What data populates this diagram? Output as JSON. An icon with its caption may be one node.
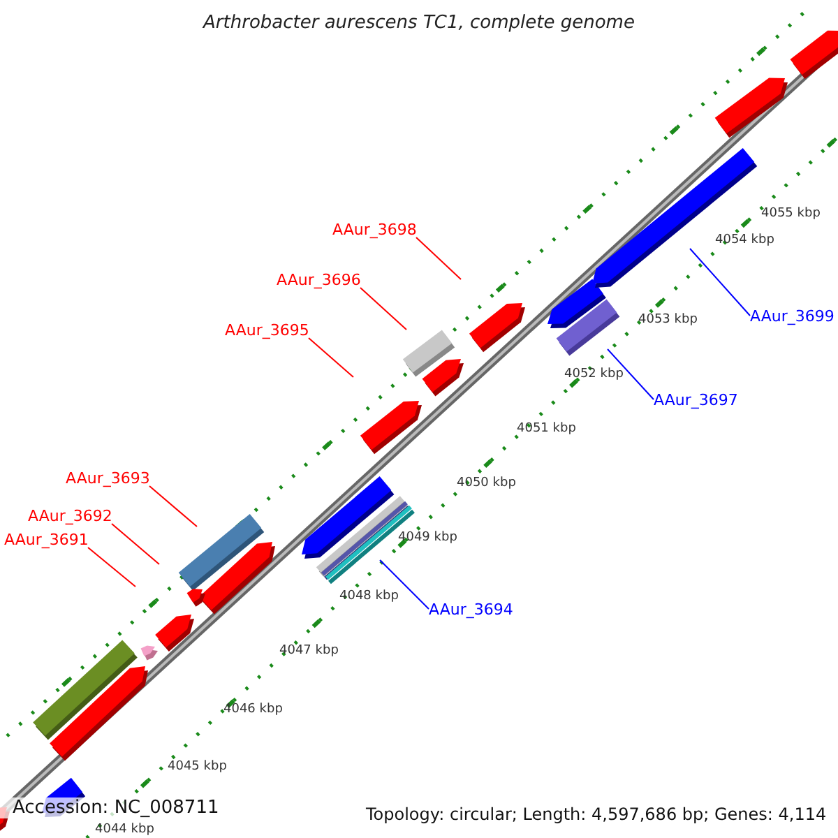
{
  "diagram": {
    "title": "Arthrobacter aurescens TC1, complete genome",
    "nodes": [
      {
        "text": [
          "AAur_3698"
        ]
      },
      {
        "text": [
          "AAur_3696"
        ]
      },
      {
        "text": [
          "AAur_3695"
        ]
      },
      {
        "text": [
          "AAur_3699"
        ]
      },
      {
        "text": [
          "AAur_3697"
        ]
      },
      {
        "text": [
          "AAur_3693"
        ]
      },
      {
        "text": [
          "AAur_3692"
        ]
      },
      {
        "text": [
          "AAur_3691"
        ]
      },
      {
        "text": [
          "AAur_3694"
        ]
      }
    ],
    "edges": [
      {
        "from": 0,
        "to": null,
        "arrow": "none"
      },
      {
        "from": 1,
        "to": null,
        "arrow": "none"
      },
      {
        "from": 2,
        "to": null,
        "arrow": "none"
      },
      {
        "from": 3,
        "to": null,
        "arrow": "none",
        "color": "#0000ff"
      },
      {
        "from": 4,
        "to": null,
        "arrow": "none",
        "color": "#0000ff"
      },
      {
        "from": 5,
        "to": null,
        "arrow": "none"
      },
      {
        "from": 6,
        "to": null,
        "arrow": "none"
      },
      {
        "from": 7,
        "to": null,
        "arrow": "none"
      },
      {
        "from": 8,
        "to": null,
        "arrow": "none",
        "color": "#0000ff"
      }
    ],
    "labels": [
      "4055 kbp",
      "4054 kbp",
      "4053 kbp",
      "4052 kbp",
      "4051 kbp",
      "4050 kbp",
      "4049 kbp",
      "4048 kbp",
      "4047 kbp",
      "4046 kbp",
      "4045 kbp",
      "4044 kbp",
      "Accession: NC_008711",
      "Topology: circular; Length: 4,597,686 bp; Genes: 4,114"
    ]
  }
}
